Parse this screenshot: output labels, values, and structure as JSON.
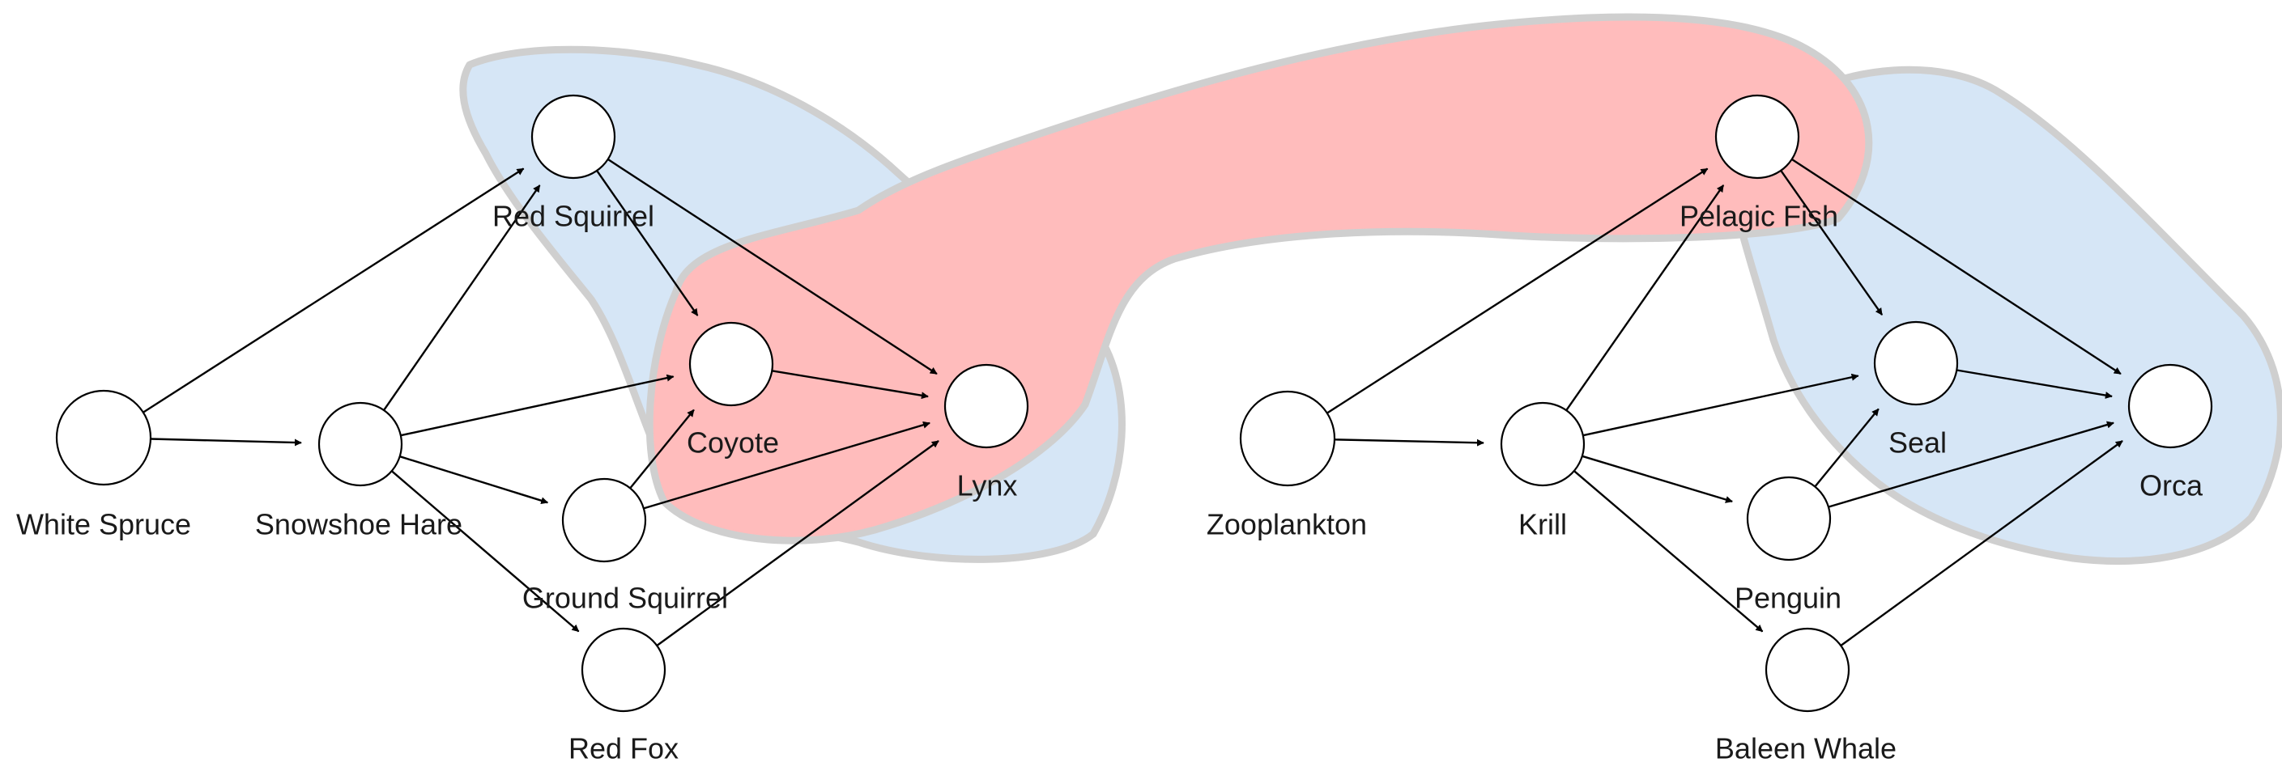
{
  "colors": {
    "blue_region": "#d6e6f6",
    "red_region": "#ffbcbc",
    "region_outline": "#cfcfcf",
    "node_stroke": "#000000",
    "edge": "#000000",
    "label": "#1a1a1a"
  },
  "regions": [
    {
      "name": "left-blue-region",
      "color": "blue"
    },
    {
      "name": "right-blue-region",
      "color": "blue"
    },
    {
      "name": "middle-red-region",
      "color": "red"
    }
  ],
  "nodes": {
    "white_spruce": {
      "label": "White Spruce"
    },
    "snowshoe_hare": {
      "label": "Snowshoe Hare"
    },
    "red_squirrel": {
      "label": "Red Squirrel"
    },
    "coyote": {
      "label": "Coyote"
    },
    "ground_squirrel": {
      "label": "Ground Squirrel"
    },
    "red_fox": {
      "label": "Red Fox"
    },
    "lynx": {
      "label": "Lynx"
    },
    "zooplankton": {
      "label": "Zooplankton"
    },
    "krill": {
      "label": "Krill"
    },
    "pelagic_fish": {
      "label": "Pelagic Fish"
    },
    "seal": {
      "label": "Seal"
    },
    "penguin": {
      "label": "Penguin"
    },
    "baleen_whale": {
      "label": "Baleen Whale"
    },
    "orca": {
      "label": "Orca"
    }
  },
  "edges": [
    {
      "from": "white_spruce",
      "to": "red_squirrel"
    },
    {
      "from": "white_spruce",
      "to": "snowshoe_hare"
    },
    {
      "from": "snowshoe_hare",
      "to": "red_squirrel"
    },
    {
      "from": "snowshoe_hare",
      "to": "coyote"
    },
    {
      "from": "snowshoe_hare",
      "to": "ground_squirrel"
    },
    {
      "from": "snowshoe_hare",
      "to": "red_fox"
    },
    {
      "from": "red_squirrel",
      "to": "coyote"
    },
    {
      "from": "red_squirrel",
      "to": "lynx"
    },
    {
      "from": "coyote",
      "to": "lynx"
    },
    {
      "from": "ground_squirrel",
      "to": "coyote"
    },
    {
      "from": "ground_squirrel",
      "to": "lynx"
    },
    {
      "from": "red_fox",
      "to": "lynx"
    },
    {
      "from": "zooplankton",
      "to": "pelagic_fish"
    },
    {
      "from": "zooplankton",
      "to": "krill"
    },
    {
      "from": "krill",
      "to": "pelagic_fish"
    },
    {
      "from": "krill",
      "to": "seal"
    },
    {
      "from": "krill",
      "to": "penguin"
    },
    {
      "from": "krill",
      "to": "baleen_whale"
    },
    {
      "from": "pelagic_fish",
      "to": "seal"
    },
    {
      "from": "pelagic_fish",
      "to": "orca"
    },
    {
      "from": "seal",
      "to": "orca"
    },
    {
      "from": "penguin",
      "to": "seal"
    },
    {
      "from": "penguin",
      "to": "orca"
    },
    {
      "from": "baleen_whale",
      "to": "orca"
    }
  ]
}
